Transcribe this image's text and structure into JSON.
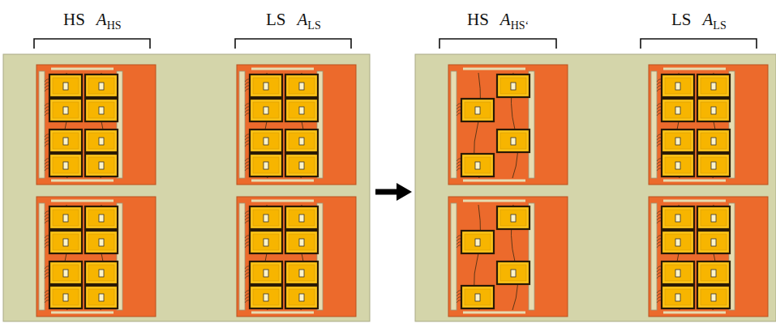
{
  "diagram": {
    "labels": [
      "HS",
      "A",
      "HS",
      "LS",
      "A",
      "LS",
      "HS",
      "A",
      "HS‘",
      "LS",
      "A",
      "LS"
    ]
  }
}
